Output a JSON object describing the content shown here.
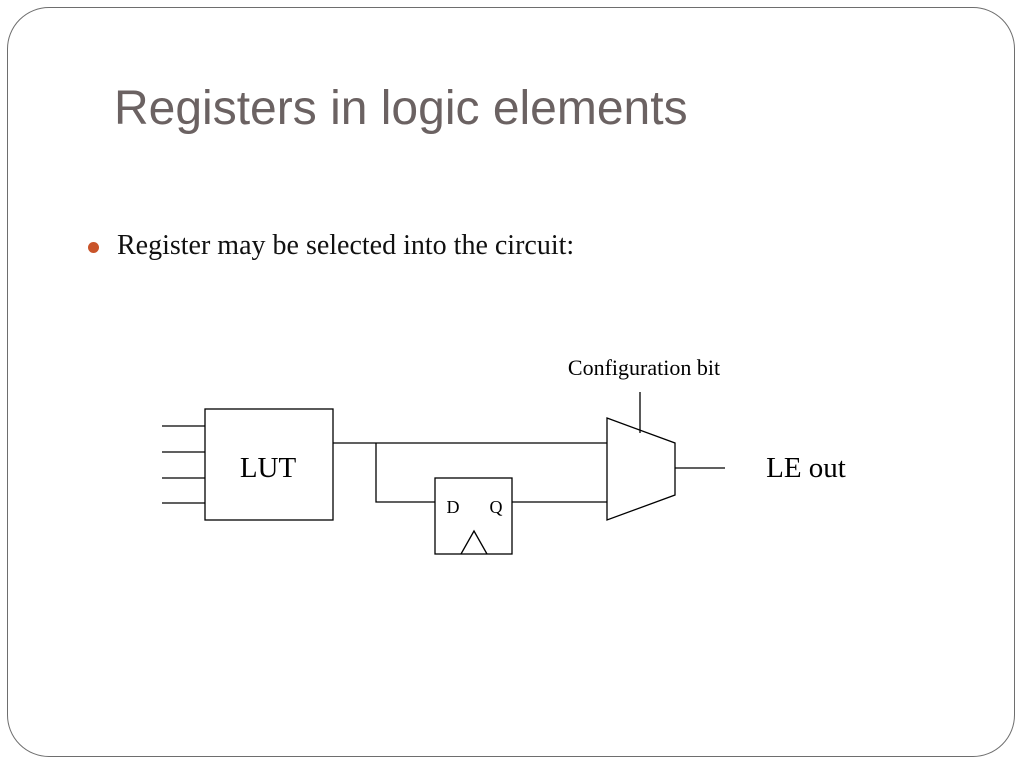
{
  "slide": {
    "title": "Registers in logic elements",
    "bullet": "Register may be selected into the circuit:"
  },
  "diagram": {
    "lut_label": "LUT",
    "ff_d_label": "D",
    "ff_q_label": "Q",
    "config_label": "Configuration bit",
    "output_label": "LE out"
  },
  "colors": {
    "title": "#6b6262",
    "bullet": "#c9542a",
    "frame": "#6e6e6e"
  }
}
